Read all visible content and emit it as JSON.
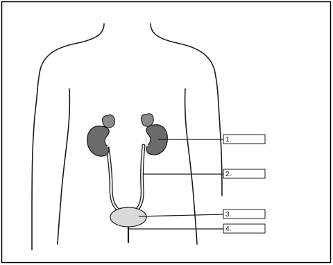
{
  "diagram": {
    "labels": [
      {
        "text": "1."
      },
      {
        "text": "2."
      },
      {
        "text": "3."
      },
      {
        "text": "4."
      }
    ]
  },
  "colors": {
    "outline": "#1a1a1a",
    "kidney": "#6b6b6b",
    "adrenal": "#8a8a8a",
    "bladder": "#d9dcd6",
    "frame": "#000000"
  }
}
